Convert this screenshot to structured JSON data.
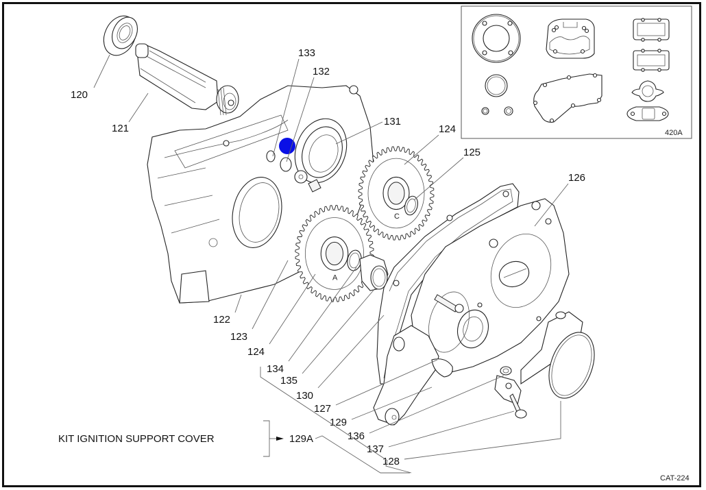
{
  "document": {
    "catalog_code": "CAT-224",
    "kit_label": "KIT IGNITION SUPPORT COVER",
    "kit_ref": "129A"
  },
  "inset": {
    "ref": "420A",
    "contents": "gasket set"
  },
  "callouts": [
    {
      "id": "120",
      "text": "120",
      "part": "bearing"
    },
    {
      "id": "121",
      "text": "121",
      "part": "balance-shaft"
    },
    {
      "id": "133",
      "text": "133",
      "part": "o-ring"
    },
    {
      "id": "132",
      "text": "132",
      "part": "screw"
    },
    {
      "id": "131",
      "text": "131",
      "part": "oil-seal"
    },
    {
      "id": "124a",
      "text": "124",
      "part": "gear-c"
    },
    {
      "id": "125",
      "text": "125",
      "part": "circlip"
    },
    {
      "id": "126",
      "text": "126",
      "part": "ignition-cover"
    },
    {
      "id": "122",
      "text": "122",
      "part": "crankcase"
    },
    {
      "id": "123",
      "text": "123",
      "part": "dowel"
    },
    {
      "id": "124b",
      "text": "124",
      "part": "gear-a"
    },
    {
      "id": "134",
      "text": "134",
      "part": "washer"
    },
    {
      "id": "135",
      "text": "135",
      "part": "bushing"
    },
    {
      "id": "130",
      "text": "130",
      "part": "gasket"
    },
    {
      "id": "127",
      "text": "127",
      "part": "pin"
    },
    {
      "id": "129",
      "text": "129",
      "part": "support"
    },
    {
      "id": "136",
      "text": "136",
      "part": "washer-small"
    },
    {
      "id": "137",
      "text": "137",
      "part": "bolt"
    },
    {
      "id": "128",
      "text": "128",
      "part": "o-ring-large"
    }
  ],
  "marker": {
    "color": "#0a10e6",
    "label": "selected-point"
  }
}
